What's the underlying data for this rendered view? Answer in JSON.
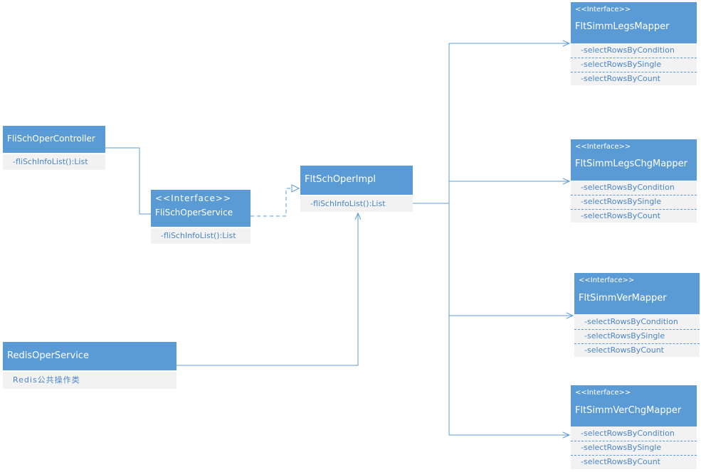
{
  "controller": {
    "name": "FliSchOperController",
    "methods": [
      "-fliSchInfoList():List"
    ]
  },
  "service": {
    "stereotype": "<<Interface>>",
    "name": "FliSchOperService",
    "methods": [
      "-fliSchInfoList():List"
    ]
  },
  "impl": {
    "name": "FltSchOperImpl",
    "methods": [
      "-fliSchInfoList():List"
    ]
  },
  "redis": {
    "name": "RedisOperService",
    "description": "Redis公共操作类"
  },
  "mappers": [
    {
      "stereotype": "<<Interface>>",
      "name": "FltSimmLegsMapper",
      "methods": [
        "-selectRowsByCondition",
        "-selectRowsBySingle",
        "-selectRowsByCount"
      ]
    },
    {
      "stereotype": "<<Interface>>",
      "name": "FltSimmLegsChgMapper",
      "methods": [
        "-selectRowsByCondition",
        "-selectRowsBySingle",
        "-selectRowsByCount"
      ]
    },
    {
      "stereotype": "<<Interface>>",
      "name": "FltSimmVerMapper",
      "methods": [
        "-selectRowsByCondition",
        "-selectRowsBySingle",
        "-selectRowsByCount"
      ]
    },
    {
      "stereotype": "<<Interface>>",
      "name": "FltSimmVerChgMapper",
      "methods": [
        "-selectRowsByCondition",
        "-selectRowsBySingle",
        "-selectRowsByCount"
      ]
    }
  ],
  "colors": {
    "header": "#5b9bd5",
    "body": "#f2f2f2",
    "text": "#4a86c5",
    "line": "#5b9bd5"
  }
}
